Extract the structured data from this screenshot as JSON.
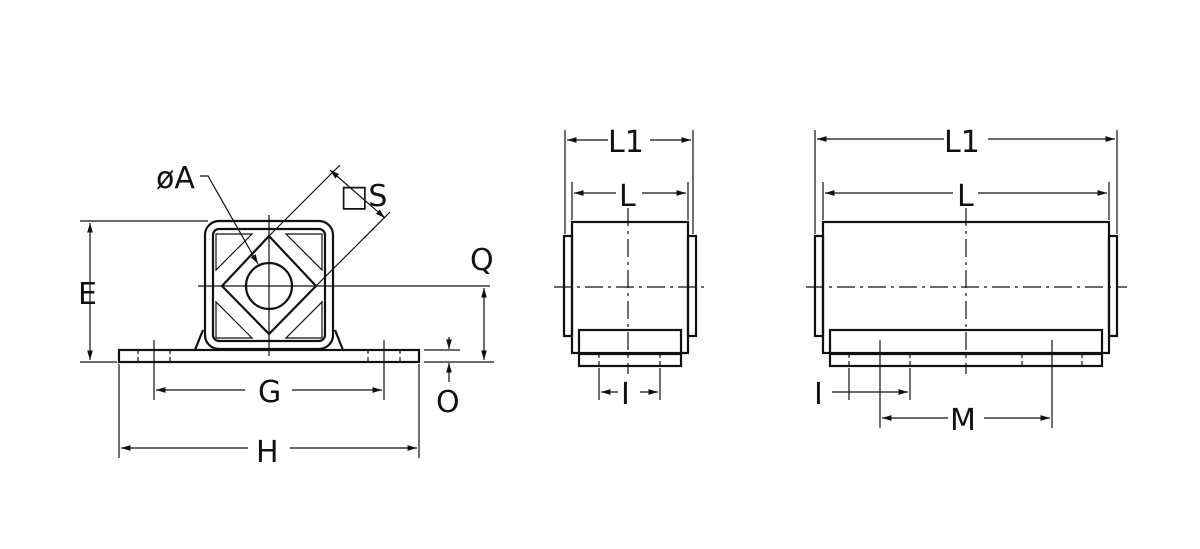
{
  "drawing": {
    "background": "#ffffff",
    "line_color": "#111111",
    "views": [
      {
        "name": "front-view",
        "labels": {
          "diameter": "øA",
          "square": "□S",
          "height": "E",
          "axis_height": "Q",
          "base_thickness": "O",
          "hole_spacing": "G",
          "overall_width": "H"
        }
      },
      {
        "name": "side-view-short",
        "labels": {
          "overall_length": "L1",
          "body_length": "L",
          "slot_width": "I"
        }
      },
      {
        "name": "side-view-long",
        "labels": {
          "overall_length": "L1",
          "body_length": "L",
          "slot_width": "I",
          "hole_spacing": "M"
        }
      }
    ]
  }
}
